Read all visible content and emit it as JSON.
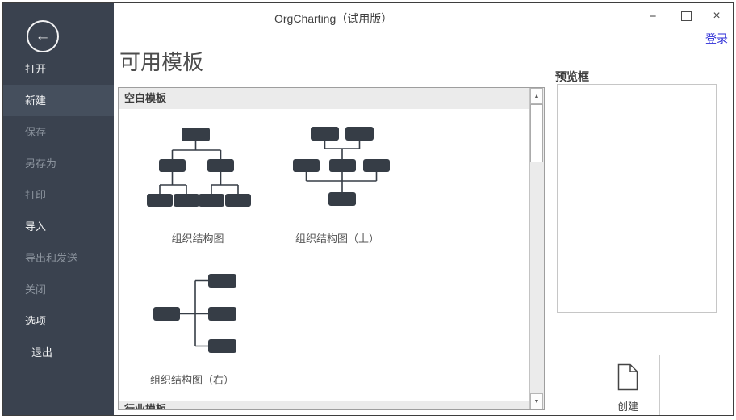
{
  "window": {
    "title": "OrgCharting（试用版）",
    "login": "登录"
  },
  "icons": {
    "back": "←",
    "minimize": "−",
    "close": "×",
    "scroll_up": "▲",
    "scroll_down": "▼"
  },
  "sidebar": {
    "items": [
      {
        "label": "打开",
        "state": "enabled"
      },
      {
        "label": "新建",
        "state": "selected"
      },
      {
        "label": "保存",
        "state": "disabled"
      },
      {
        "label": "另存为",
        "state": "disabled"
      },
      {
        "label": "打印",
        "state": "disabled"
      },
      {
        "label": "导入",
        "state": "enabled"
      },
      {
        "label": "导出和发送",
        "state": "disabled"
      },
      {
        "label": "关闭",
        "state": "disabled"
      },
      {
        "label": "选项",
        "state": "enabled"
      },
      {
        "label": "退出",
        "state": "enabled"
      }
    ]
  },
  "main": {
    "heading": "可用模板",
    "section_blank": "空白模板",
    "section_industry": "行业模板",
    "templates": [
      {
        "name": "组织结构图"
      },
      {
        "name": "组织结构图（上）"
      },
      {
        "name": "组织结构图（右）"
      }
    ]
  },
  "preview": {
    "label": "预览框"
  },
  "create": {
    "label": "创建"
  },
  "colors": {
    "sidebar_bg": "#3a424f",
    "sidebar_selected": "#454f5d",
    "accent_link": "#2b2bd7",
    "template_box": "#363d46",
    "section_header_bg": "#ebebeb"
  }
}
